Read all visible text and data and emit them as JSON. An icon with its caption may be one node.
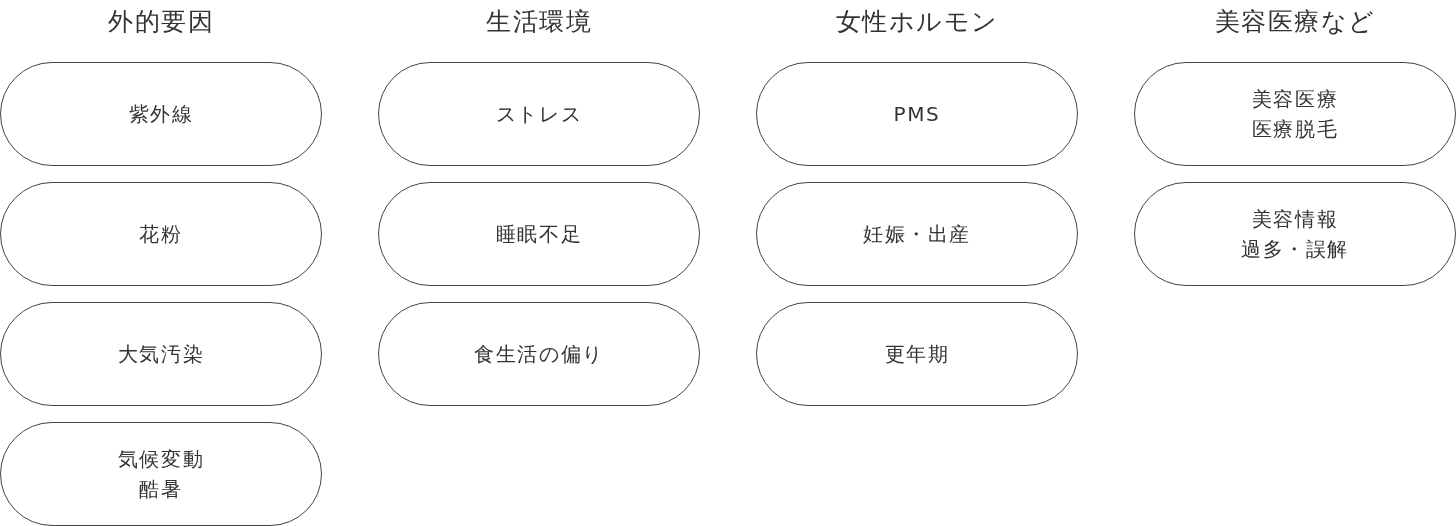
{
  "diagram": {
    "nodes": [
      {
        "text": [
          "紫外線"
        ]
      },
      {
        "text": [
          "花粉"
        ]
      },
      {
        "text": [
          "大気汚染"
        ]
      },
      {
        "text": [
          "気候変動",
          "酷暑"
        ]
      },
      {
        "text": [
          "ストレス"
        ]
      },
      {
        "text": [
          "睡眠不足"
        ]
      },
      {
        "text": [
          "食生活の偏り"
        ]
      },
      {
        "text": [
          "PMS"
        ]
      },
      {
        "text": [
          "妊娠・出産"
        ]
      },
      {
        "text": [
          "更年期"
        ]
      },
      {
        "text": [
          "美容医療",
          "医療脱毛"
        ]
      },
      {
        "text": [
          "美容情報",
          "過多・誤解"
        ]
      }
    ],
    "labels": [
      "外的要因",
      "生活環境",
      "女性ホルモン",
      "美容医療など"
    ]
  }
}
